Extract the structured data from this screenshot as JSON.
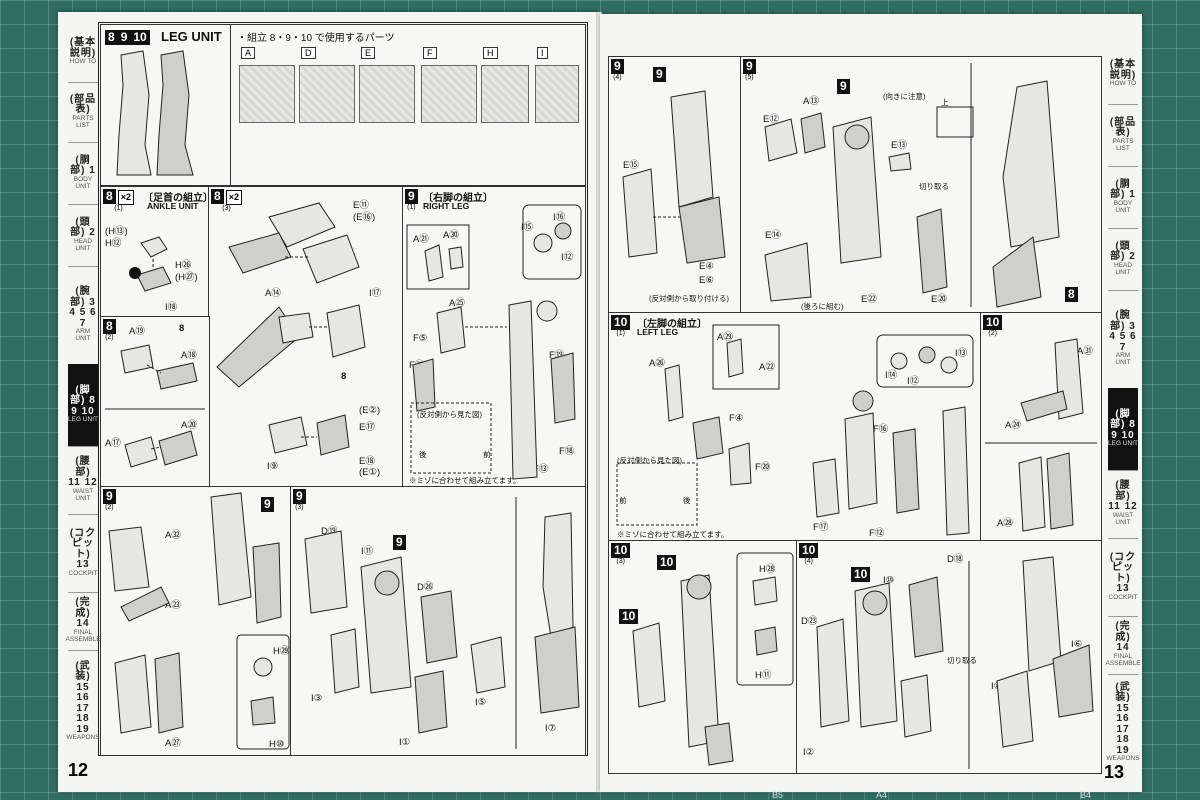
{
  "left_page": {
    "page_number": "12",
    "tabs": [
      {
        "jp": "(基本説明)",
        "en": "HOW TO"
      },
      {
        "jp": "(部品表)",
        "en": "PARTS LIST"
      },
      {
        "jp": "(胴部) 1",
        "en": "BODY UNIT"
      },
      {
        "jp": "(頭部) 2",
        "en": "HEAD UNIT"
      },
      {
        "jp": "(腕部) 3 4 5 6 7",
        "en": "ARM UNIT"
      },
      {
        "jp": "(脚部) 8 9 10",
        "en": "LEG UNIT",
        "active": true
      },
      {
        "jp": "(腰部) 11 12",
        "en": "WAIST UNIT"
      },
      {
        "jp": "(コクピット) 13",
        "en": "COCKPIT"
      },
      {
        "jp": "(完成) 14",
        "en": "FINAL ASSEMBLE"
      },
      {
        "jp": "(武装) 15 16 17 18 19",
        "en": "WEAPONS"
      }
    ],
    "header": {
      "steps": [
        "8",
        "9",
        "10"
      ],
      "title": "LEG UNIT",
      "parts_caption": "・組立 8・9・10 で使用するパーツ",
      "runners": [
        "A",
        "D",
        "E",
        "F",
        "H",
        "I"
      ]
    },
    "panels": {
      "p8_1": {
        "step": "8",
        "sub": "(1)",
        "mult": "×2",
        "title_jp": "〔足首の組立〕",
        "title_en": "ANKLE UNIT",
        "labels": [
          "(H⑬)",
          "H⑫",
          "H㉖",
          "(H㉗)",
          "I⑱"
        ]
      },
      "p8_3": {
        "step": "8",
        "sub": "(3)",
        "mult": "×2",
        "labels": [
          "E⑪",
          "(E⑯)",
          "A⑭",
          "I⑰",
          "8",
          "(E②)",
          "E⑰",
          "I⑨",
          "E⑱",
          "(E①)"
        ]
      },
      "p8_2": {
        "step": "8",
        "sub": "(2)",
        "labels": [
          "A⑲",
          "8",
          "A⑱",
          "A⑳",
          "A⑰"
        ]
      },
      "p9_1": {
        "step": "9",
        "sub": "(1)",
        "title_jp": "〔右脚の組立〕",
        "title_en": "RIGHT LEG",
        "labels": [
          "A㉑",
          "A㉚",
          "A㉕",
          "I⑮",
          "I⑯",
          "I⑫",
          "F⑤",
          "F㉑",
          "F⑲",
          "F⑱",
          "F⑬"
        ],
        "note1": "(反対側から見た図)",
        "note2": "後",
        "note3": "前",
        "footnote": "※ミゾに合わせて組み立てます。"
      },
      "p9_2": {
        "step": "9",
        "sub": "(2)",
        "labels": [
          "A㉜",
          "A㉓",
          "A㉗",
          "H㉙",
          "H⑩",
          "9"
        ]
      },
      "p9_3": {
        "step": "9",
        "sub": "(3)",
        "labels": [
          "D⑲",
          "I⑪",
          "9",
          "D㉖",
          "I③",
          "I①",
          "I⑤",
          "I⑦"
        ]
      }
    }
  },
  "right_page": {
    "page_number": "13",
    "tabs": [
      {
        "jp": "(基本説明)",
        "en": "HOW TO"
      },
      {
        "jp": "(部品表)",
        "en": "PARTS LIST"
      },
      {
        "jp": "(胴部) 1",
        "en": "BODY UNIT"
      },
      {
        "jp": "(頭部) 2",
        "en": "HEAD UNIT"
      },
      {
        "jp": "(腕部) 3 4 5 6 7",
        "en": "ARM UNIT"
      },
      {
        "jp": "(脚部) 8 9 10",
        "en": "LEG UNIT",
        "active": true
      },
      {
        "jp": "(腰部) 11 12",
        "en": "WAIST UNIT"
      },
      {
        "jp": "(コクピット) 13",
        "en": "COCKPIT"
      },
      {
        "jp": "(完成) 14",
        "en": "FINAL ASSEMBLE"
      },
      {
        "jp": "(武装) 15 16 17 18 19",
        "en": "WEAPONS"
      }
    ],
    "panels": {
      "p9_4": {
        "step": "9",
        "sub": "(4)",
        "labels": [
          "9",
          "E⑮",
          "E④",
          "E⑥"
        ],
        "note": "(反対側から取り付ける)"
      },
      "p9_5": {
        "step": "9",
        "sub": "(5)",
        "labels": [
          "A⑬",
          "E⑫",
          "9",
          "E⑬",
          "E⑭",
          "E㉒",
          "E⑳",
          "8"
        ],
        "note1": "(向きに注意)",
        "note2": "上",
        "note3": "切り取る",
        "note4": "(後ろに組む)"
      },
      "p10_1": {
        "step": "10",
        "sub": "(1)",
        "title_jp": "〔左脚の組立〕",
        "title_en": "LEFT LEG",
        "labels": [
          "A㉖",
          "A㉙",
          "A㉒",
          "F④",
          "F⑳",
          "I⑭",
          "I⑬",
          "I⑫",
          "F⑯",
          "F⑰",
          "F⑫"
        ],
        "note1": "(反対側から見た図)",
        "note2": "前",
        "note3": "後",
        "footnote": "※ミゾに合わせて組み立てます。"
      },
      "p10_2": {
        "step": "10",
        "sub": "(2)",
        "labels": [
          "A㉛",
          "A㉔",
          "A㉘"
        ]
      },
      "p10_3": {
        "step": "10",
        "sub": "(3)",
        "labels": [
          "10",
          "10",
          "H㉘",
          "H⑪"
        ]
      },
      "p10_4": {
        "step": "10",
        "sub": "(4)",
        "labels": [
          "10",
          "D⑱",
          "I⑩",
          "D㉓",
          "I⑧",
          "I⑥",
          "I②",
          "I④"
        ],
        "note": "切り取る"
      }
    }
  },
  "mat_marks": [
    "B5",
    "A4",
    "B4"
  ]
}
